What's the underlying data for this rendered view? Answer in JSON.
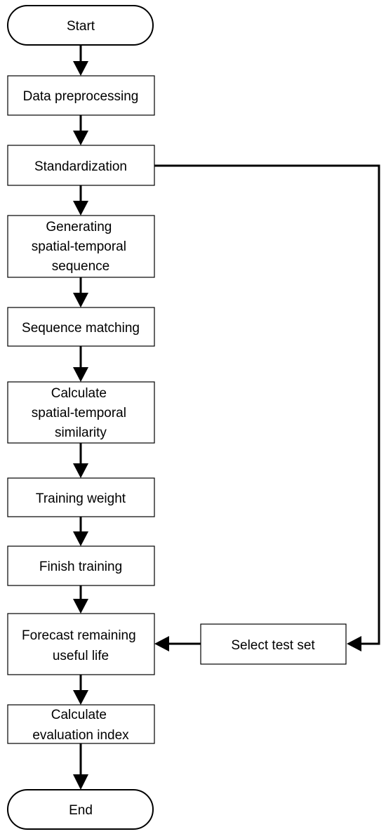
{
  "nodes": {
    "start": "Start",
    "data_preprocessing": "Data preprocessing",
    "standardization": "Standardization",
    "generating_sequence": [
      "Generating",
      "spatial-temporal",
      "sequence"
    ],
    "sequence_matching": "Sequence matching",
    "calculate_similarity": [
      "Calculate",
      "spatial-temporal",
      "similarity"
    ],
    "training_weight": "Training weight",
    "finish_training": "Finish training",
    "forecast_rul": [
      "Forecast remaining",
      "useful life"
    ],
    "select_test_set": "Select test set",
    "calculate_evaluation": [
      "Calculate",
      "evaluation index"
    ],
    "end": "End"
  }
}
